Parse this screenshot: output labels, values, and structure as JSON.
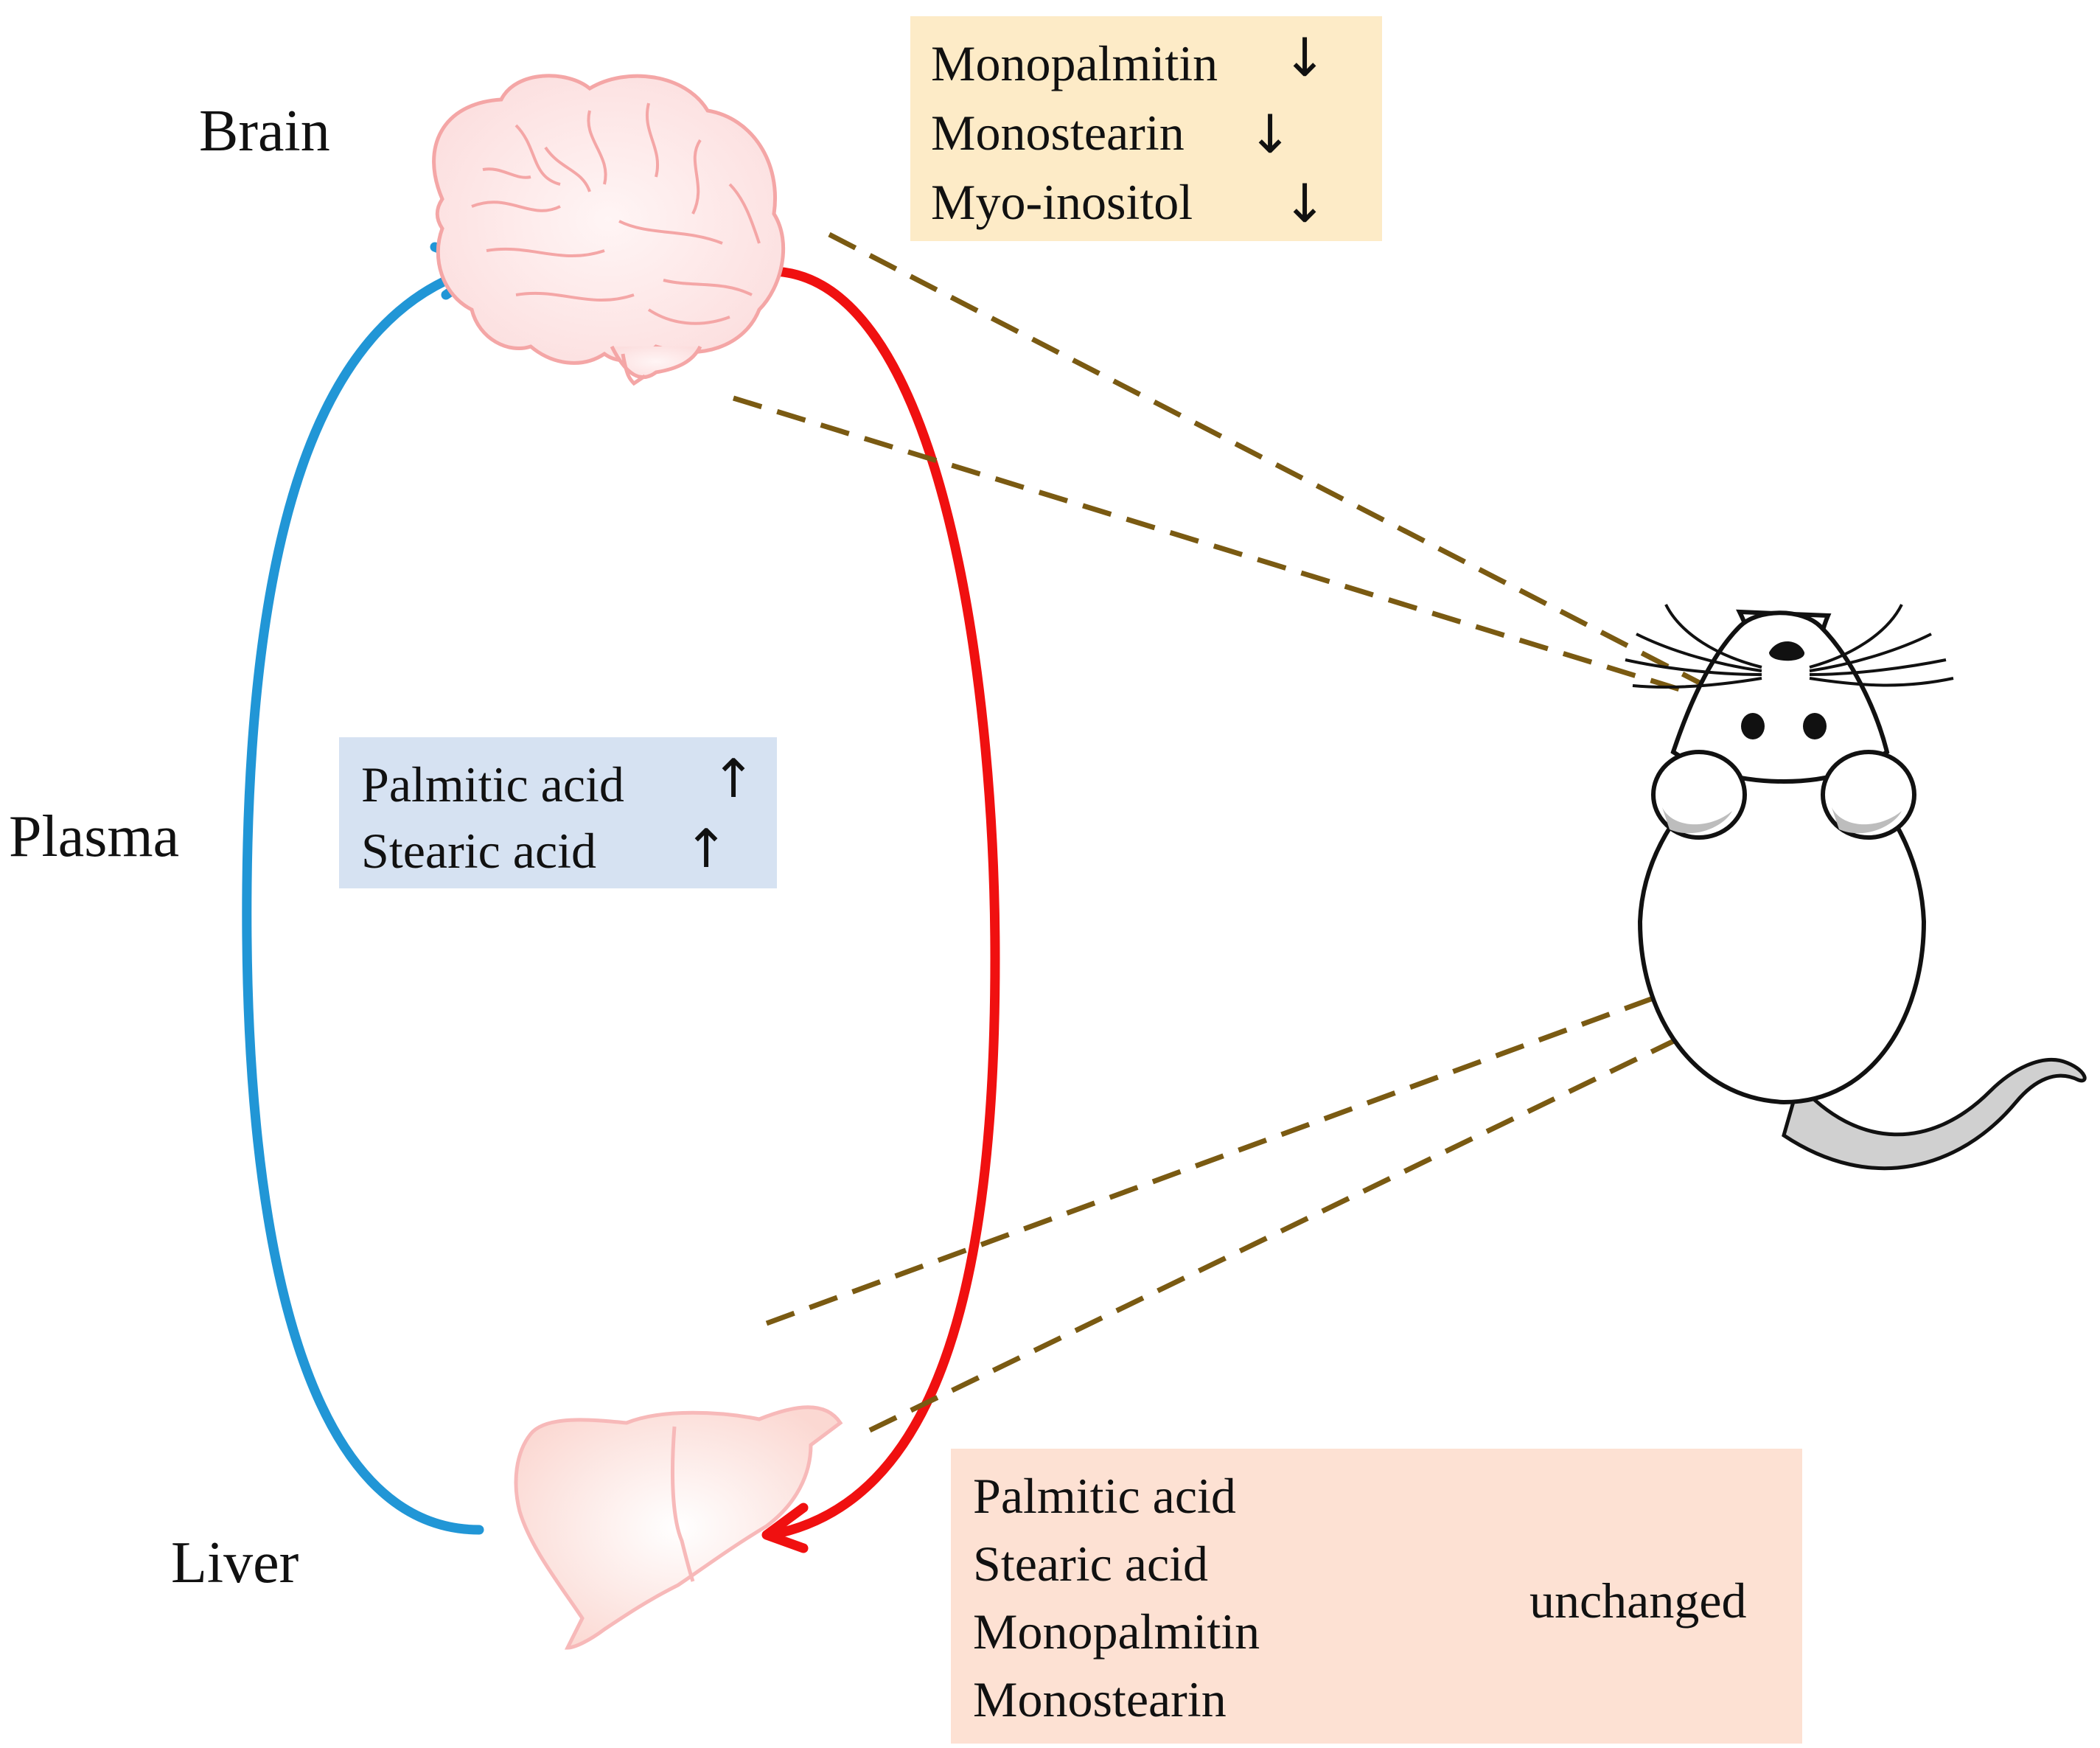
{
  "tissues": {
    "brain": "Brain",
    "plasma": "Plasma",
    "liver": "Liver"
  },
  "brain_box": {
    "items": [
      {
        "name": "Monopalmitin",
        "direction": "down",
        "glyph": "↓"
      },
      {
        "name": "Monostearin",
        "direction": "down",
        "glyph": "↓"
      },
      {
        "name": "Myo-inositol",
        "direction": "down",
        "glyph": "↓"
      }
    ],
    "color": "#fdebc7"
  },
  "plasma_box": {
    "items": [
      {
        "name": "Palmitic acid",
        "direction": "up",
        "glyph": "↑"
      },
      {
        "name": "Stearic acid",
        "direction": "up",
        "glyph": "↑"
      }
    ],
    "color": "#d6e2f2"
  },
  "liver_box": {
    "items": [
      "Palmitic acid",
      "Stearic acid",
      "Monopalmitin",
      "Monostearin"
    ],
    "status": "unchanged",
    "color": "#fde1d3"
  },
  "colors": {
    "blue_arrow": "#2196d6",
    "red_arrow": "#f01010",
    "dashed_line": "#7a5a12",
    "organ_outline": "#f4a6a6"
  },
  "icons": [
    "brain-icon",
    "liver-icon",
    "mouse-icon"
  ]
}
